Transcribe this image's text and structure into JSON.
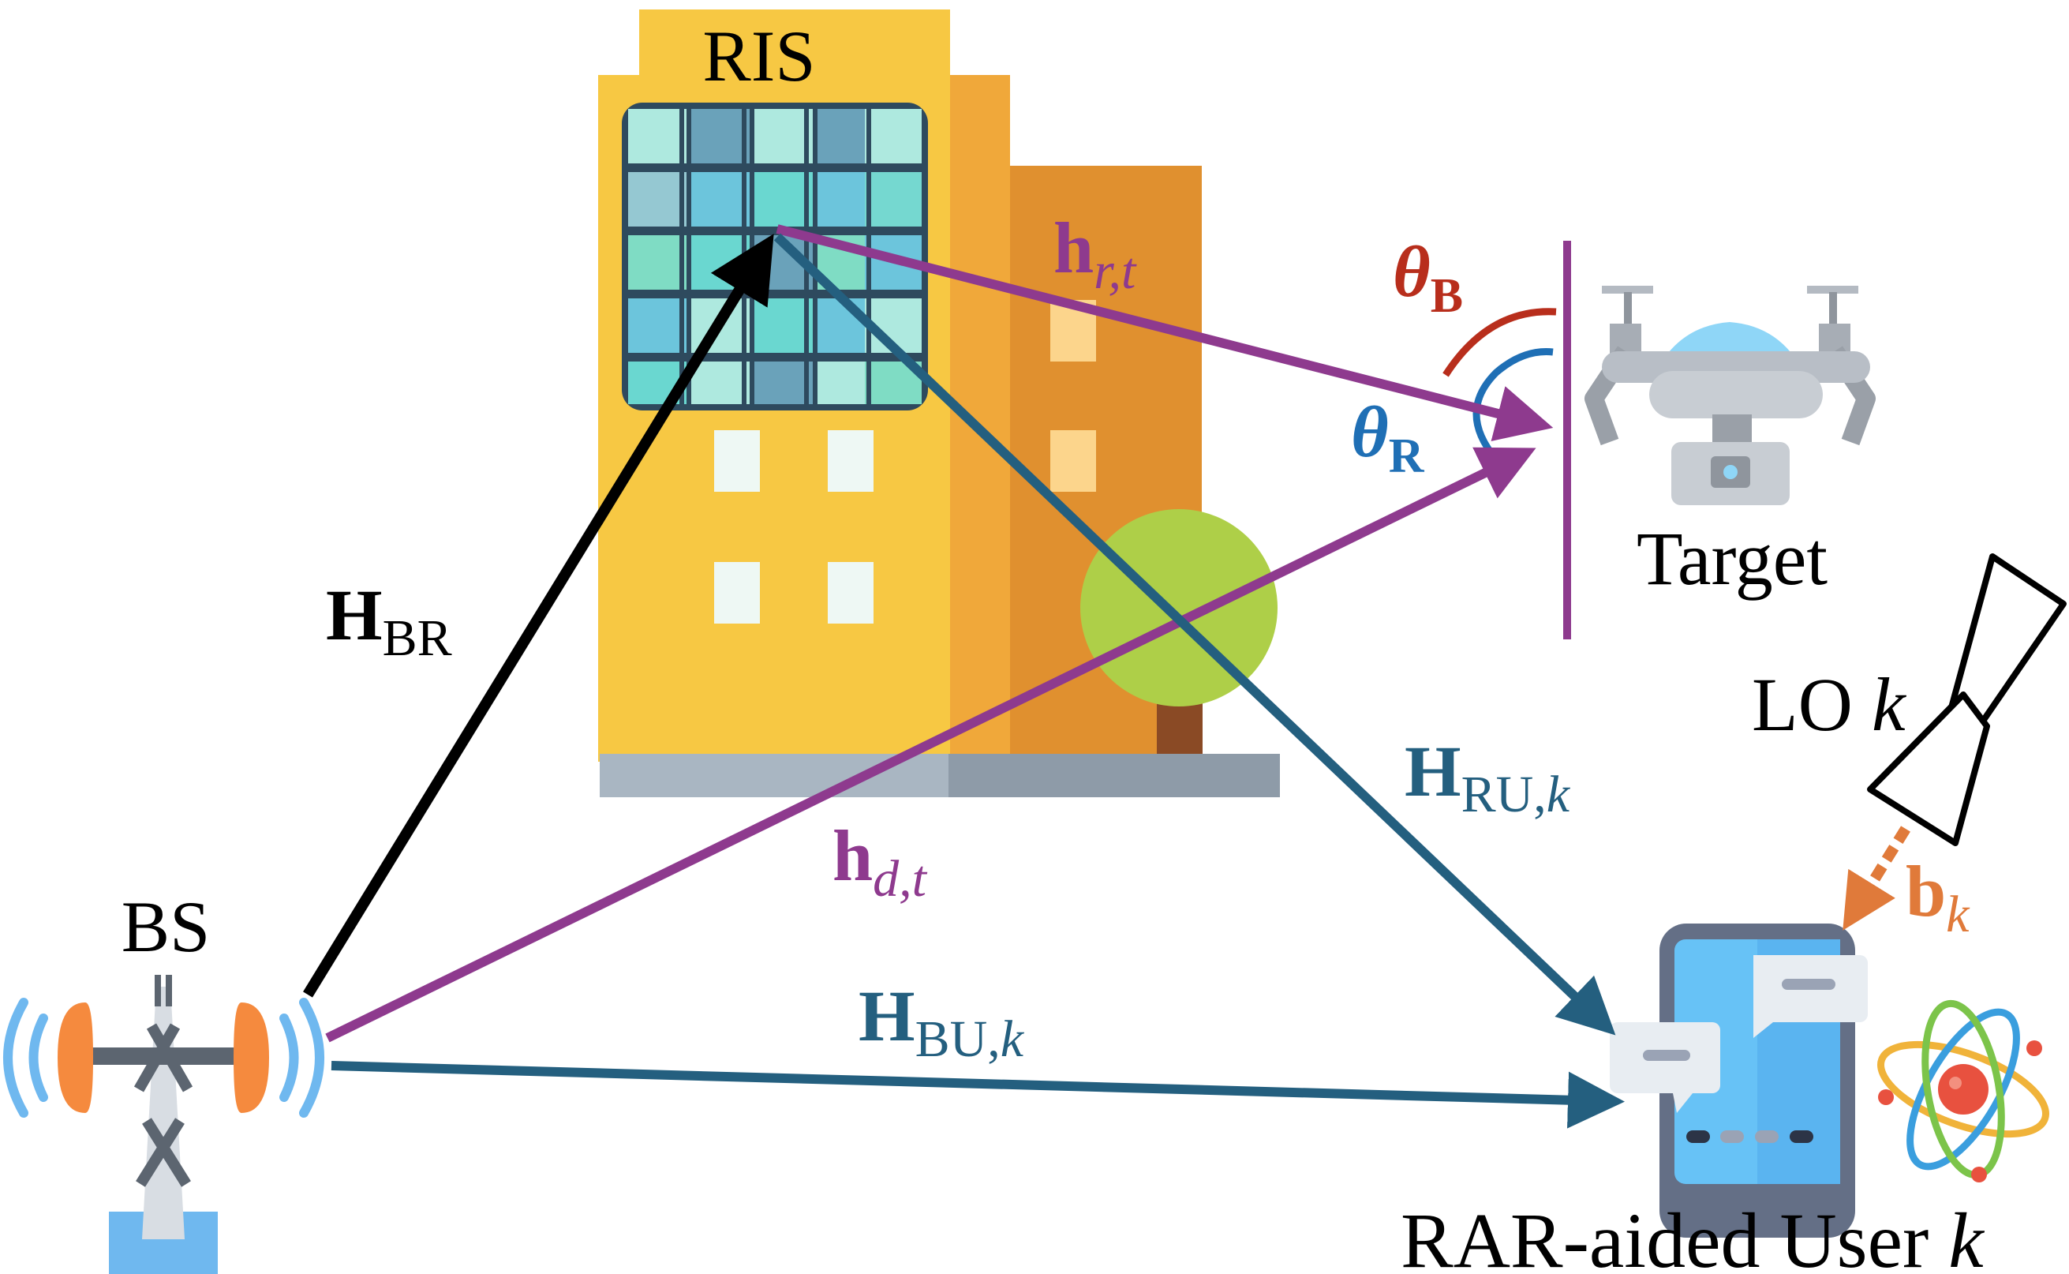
{
  "labels": {
    "ris": "RIS",
    "bs": "BS",
    "target": "Target",
    "lo": "LO ",
    "lo_k": "k",
    "user": "RAR-aided User ",
    "user_k": "k"
  },
  "channels": {
    "h_br": {
      "main": "H",
      "sub": "BR"
    },
    "h_rt": {
      "main": "h",
      "sub": "r,t"
    },
    "h_dt": {
      "main": "h",
      "sub": "d,t"
    },
    "h_ru": {
      "main": "H",
      "sub": "RU,",
      "sub2": "k"
    },
    "h_bu": {
      "main": "H",
      "sub": "BU,",
      "sub2": "k"
    },
    "b_k": {
      "main": "b",
      "sub": "k"
    },
    "theta_b": {
      "main": "θ",
      "sub": "B"
    },
    "theta_r": {
      "main": "θ",
      "sub": "R"
    }
  },
  "colors": {
    "black": "#000000",
    "purple": "#8e3a8e",
    "teal": "#245f7f",
    "red": "#b82e1c",
    "blue": "#1f6fb5",
    "orange": "#e07a3a",
    "bldg_yellow": "#f7c843",
    "bldg_orange": "#f0a83a",
    "bldg_dark": "#e0902f"
  }
}
